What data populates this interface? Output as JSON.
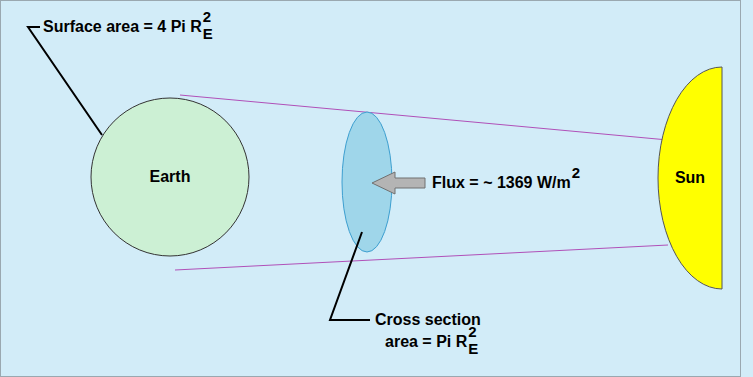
{
  "diagram": {
    "nodes": [
      {
        "text": [
          "Earth"
        ]
      },
      {
        "text": [
          "Sun"
        ]
      }
    ],
    "labels": [
      "Surface area = 4 Pi R",
      "2",
      "E",
      "Flux = ~ 1369 W/m",
      "2",
      "Cross section",
      "area = Pi R",
      "2",
      "E"
    ]
  }
}
